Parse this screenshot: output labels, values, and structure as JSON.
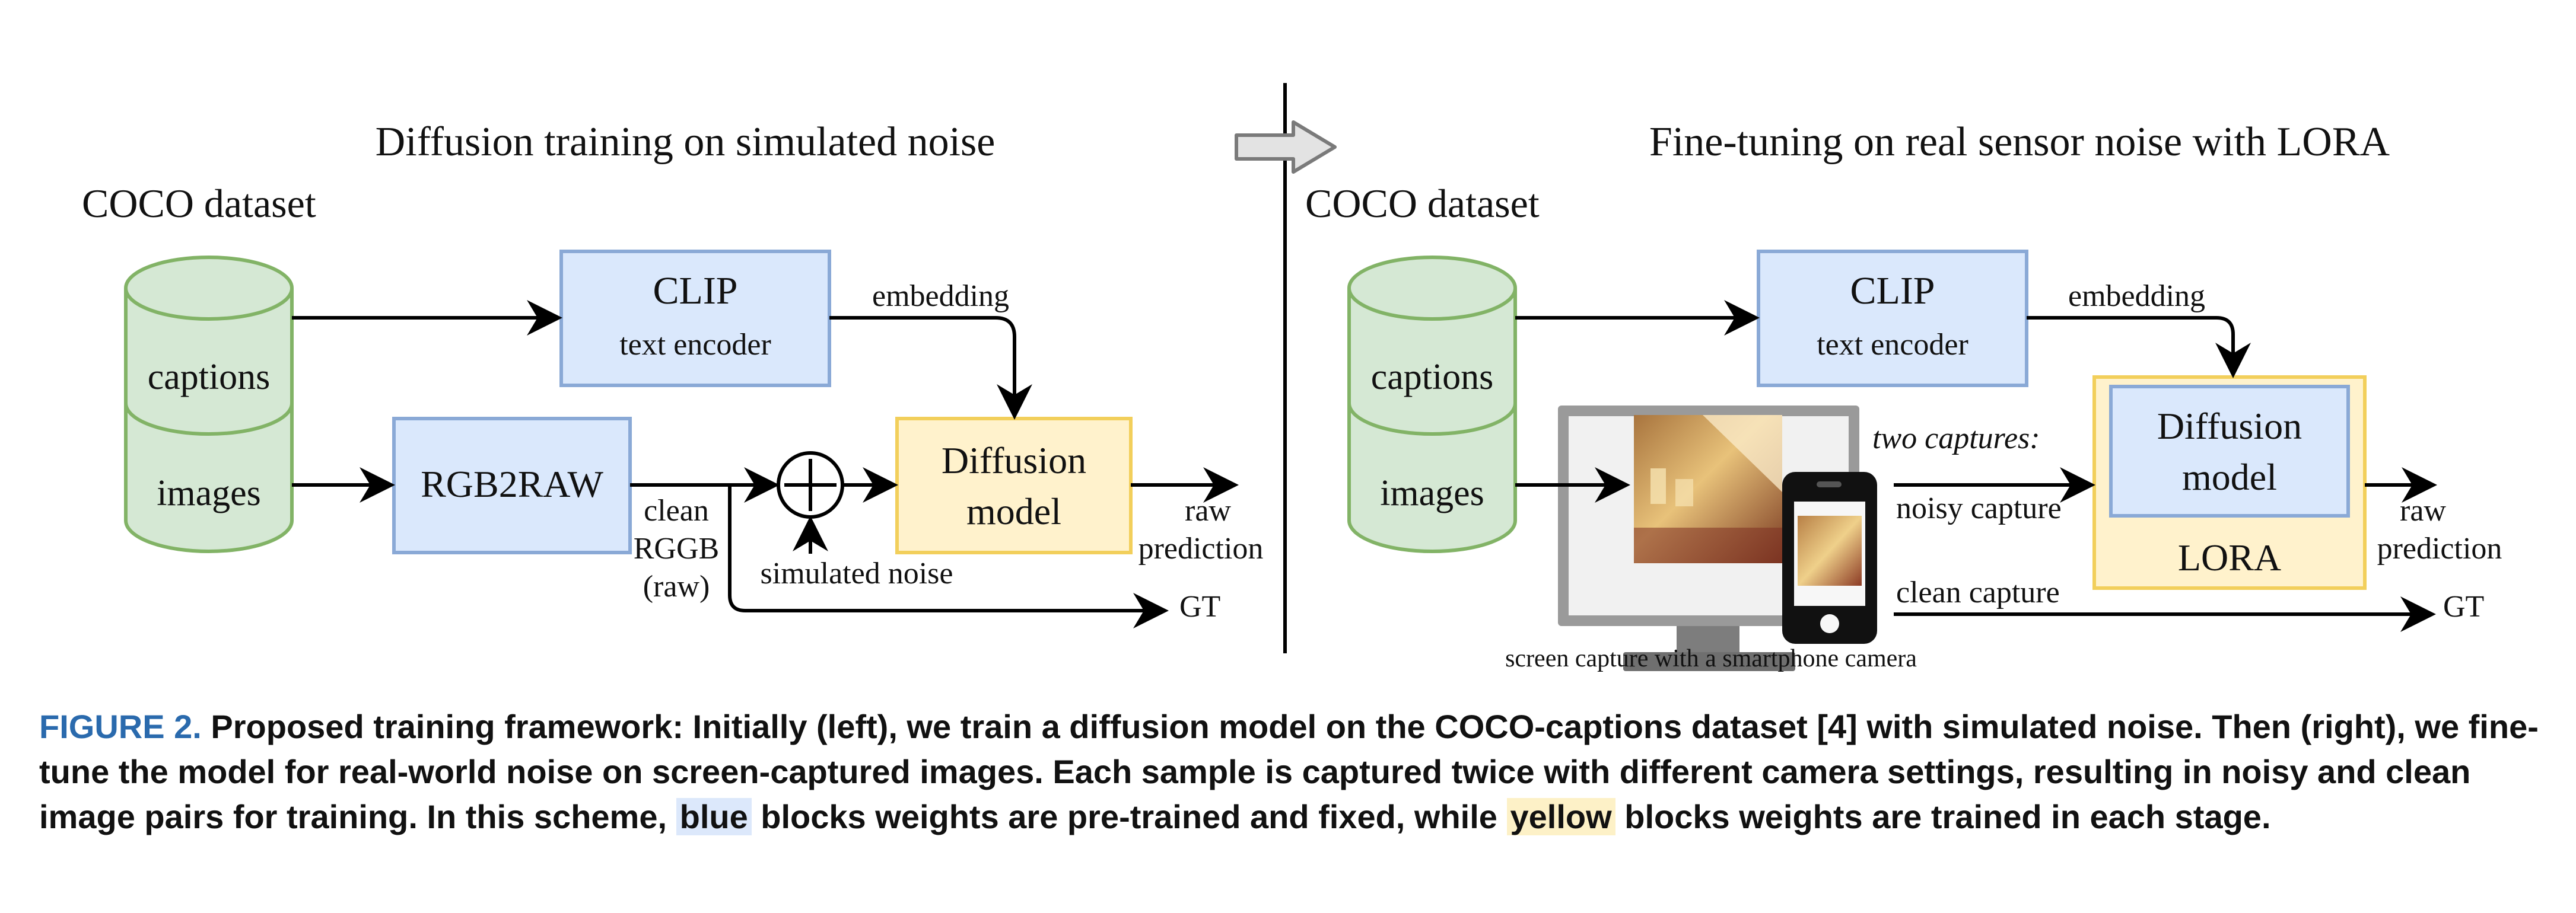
{
  "left_panel": {
    "title": "Diffusion training on simulated noise",
    "dataset_label": "COCO dataset",
    "captions_label": "captions",
    "images_label": "images",
    "clip_title": "CLIP",
    "clip_subtitle": "text encoder",
    "embedding_label": "embedding",
    "rgb2raw_label": "RGB2RAW",
    "clean_label_1": "clean",
    "clean_label_2": "RGGB",
    "clean_label_3": "(raw)",
    "simulated_noise_label": "simulated noise",
    "diffusion_line1": "Diffusion",
    "diffusion_line2": "model",
    "raw_label": "raw",
    "prediction_label": "prediction",
    "gt_label": "GT"
  },
  "right_panel": {
    "title": "Fine-tuning on real sensor noise with LORA",
    "dataset_label": "COCO dataset",
    "captions_label": "captions",
    "images_label": "images",
    "clip_title": "CLIP",
    "clip_subtitle": "text encoder",
    "embedding_label": "embedding",
    "two_captures_label": "two captures:",
    "noisy_capture_label": "noisy capture",
    "clean_capture_label": "clean capture",
    "screen_capture_label": "screen capture with a smartphone camera",
    "diffusion_line1": "Diffusion",
    "diffusion_line2": "model",
    "lora_label": "LORA",
    "raw_label": "raw",
    "prediction_label": "prediction",
    "gt_label": "GT"
  },
  "caption": {
    "figure_label": "FIGURE 2.",
    "text_part1": " Proposed training framework: Initially (left), we train a diffusion model on the COCO-captions dataset [4] with simulated noise. Then (right), we fine-tune the model for real-world noise on screen-captured images. Each sample is captured twice with different camera settings, resulting in noisy and clean image pairs for training. In this scheme, ",
    "blue_word": "blue",
    "text_part2": " blocks weights are pre-trained and fixed, while ",
    "yellow_word": "yellow",
    "text_part3": " blocks weights are trained in each stage."
  },
  "colors": {
    "blue_block_fill": "#dae8fc",
    "blue_block_stroke": "#8aa9d6",
    "yellow_block_fill": "#fff2cc",
    "yellow_block_stroke": "#f2cf5b",
    "cylinder_fill": "#d5e8d4",
    "cylinder_stroke": "#82b366",
    "figure_label_color": "#2a6aad"
  }
}
